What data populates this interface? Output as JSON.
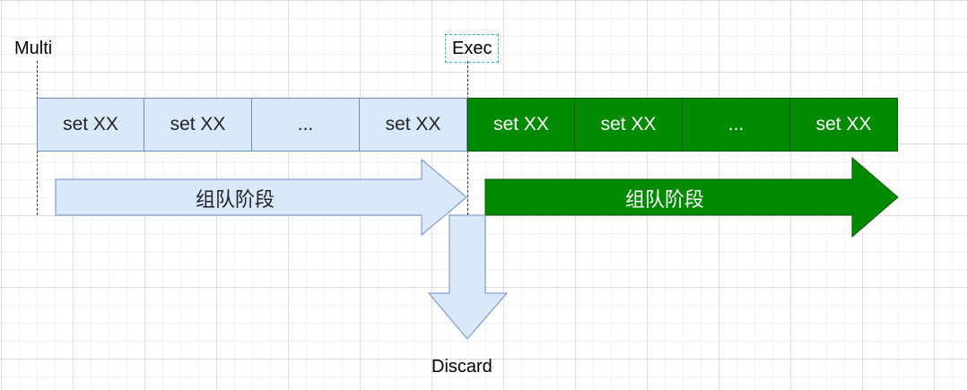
{
  "labels": {
    "multi": "Multi",
    "exec": "Exec",
    "discard": "Discard"
  },
  "queued_commands": [
    "set XX",
    "set XX",
    "...",
    "set XX"
  ],
  "executed_commands": [
    "set XX",
    "set XX",
    "...",
    "set XX"
  ],
  "arrows": {
    "queue_phase": "组队阶段",
    "exec_phase": "组队阶段"
  },
  "colors": {
    "queued_fill": "#dae8fc",
    "queued_stroke": "#6c8ebf",
    "executed_fill": "#008a00",
    "executed_stroke": "#005700",
    "exec_label_border": "#2bb6c5"
  }
}
